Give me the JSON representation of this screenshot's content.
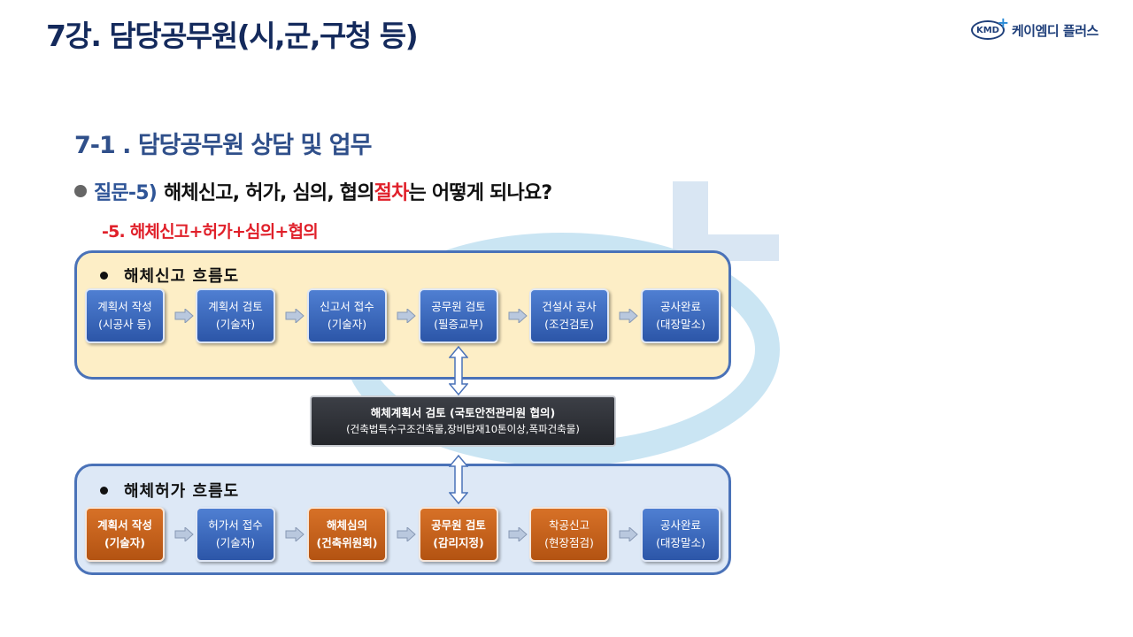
{
  "header": {
    "title": "7강.  담당공무원(시,군,구청 등)",
    "logo_mark": "KMD",
    "logo_text": "케이엠디 플러스"
  },
  "section": {
    "subtitle": "7-1 . 담당공무원 상담 및 업무",
    "question_label": "질문-5)",
    "question_pre": "해체신고, 허가, 심의, 협의 ",
    "question_red": "절차",
    "question_post": "는 어떻게 되나요?",
    "answer": "-5. 해체신고+허가+심의+협의"
  },
  "watermark": {
    "text": "KMD",
    "color": "#8fc0e6"
  },
  "report_flow": {
    "title": "해체신고  흐름도",
    "steps": [
      {
        "l1": "계획서 작성",
        "l2": "(시공사 등)"
      },
      {
        "l1": "계획서 검토",
        "l2": "(기술자)"
      },
      {
        "l1": "신고서 접수",
        "l2": "(기술자)"
      },
      {
        "l1": "공무원 검토",
        "l2": "(필증교부)"
      },
      {
        "l1": "건설사 공사",
        "l2": "(조건검토)"
      },
      {
        "l1": "공사완료",
        "l2": "(대장말소)"
      }
    ]
  },
  "review": {
    "line1": "해체계획서 검토 (국토안전관리원 협의)",
    "line2": "(건축법특수구조건축물,장비탑재10톤이상,폭파건축물)"
  },
  "permit_flow": {
    "title": "해체허가  흐름도",
    "steps": [
      {
        "l1": "계획서 작성",
        "l2": "(기술자)"
      },
      {
        "l1": "허가서 접수",
        "l2": "(기술자)"
      },
      {
        "l1": "해체심의",
        "l2": "(건축위원회)"
      },
      {
        "l1": "공무원 검토",
        "l2": "(감리지정)"
      },
      {
        "l1": "착공신고",
        "l2": "(현장점검)"
      },
      {
        "l1": "공사완료",
        "l2": "(대장말소)"
      }
    ]
  },
  "colors": {
    "title": "#142a5c",
    "accent_red": "#e0202a",
    "panel_border": "#4a72b8",
    "report_bg": "#fdeec6",
    "permit_bg": "#dde8f6",
    "box_blue": "#2c56a8",
    "box_orange": "#c05f1a"
  }
}
